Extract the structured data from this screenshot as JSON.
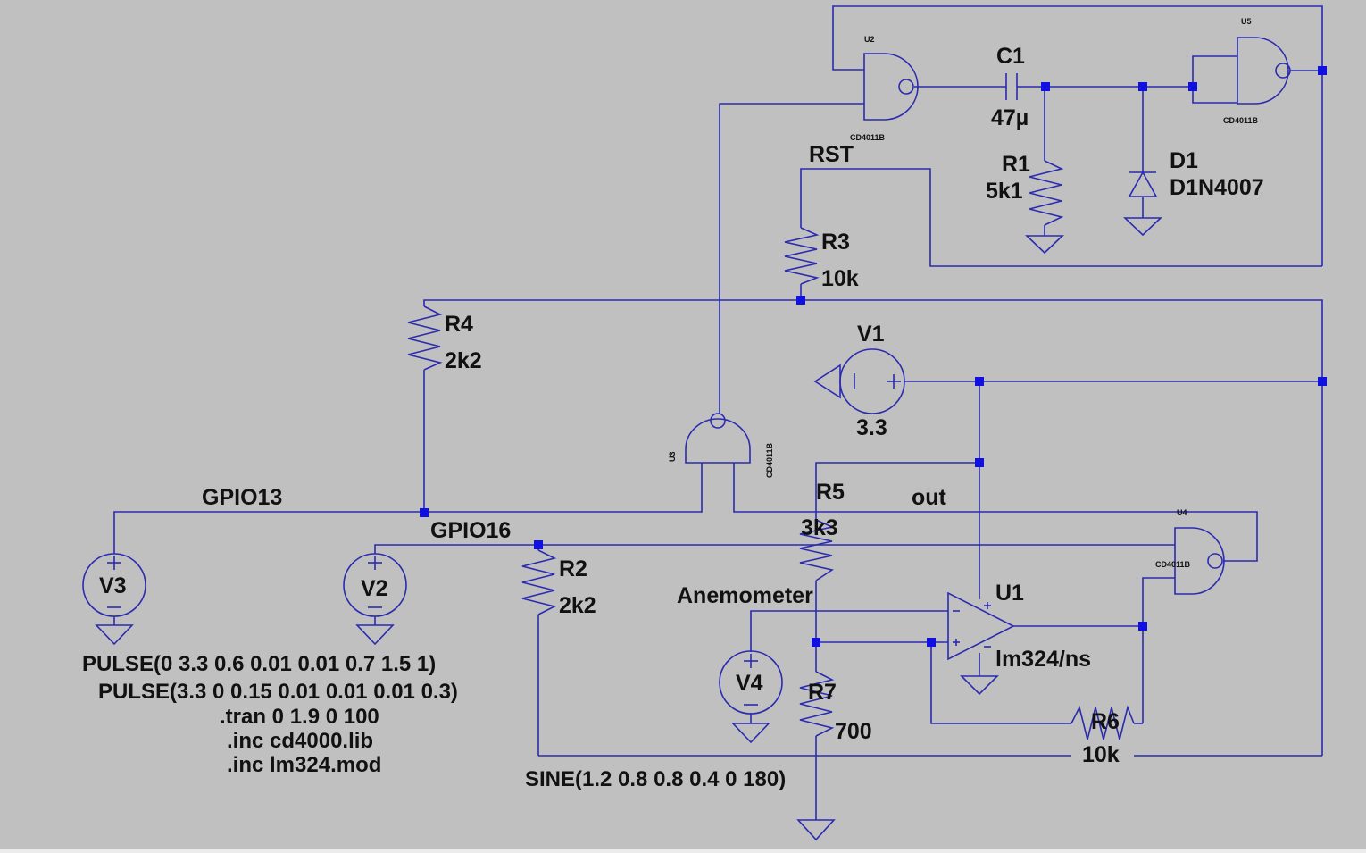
{
  "components": {
    "u2": {
      "ref": "U2",
      "model": "CD4011B"
    },
    "u5": {
      "ref": "U5",
      "model": "CD4011B"
    },
    "u3": {
      "ref": "U3",
      "model": "CD4011B"
    },
    "u4": {
      "ref": "U4",
      "model": "CD4011B"
    },
    "c1": {
      "ref": "C1",
      "value": "47µ"
    },
    "r1": {
      "ref": "R1",
      "value": "5k1"
    },
    "d1": {
      "ref": "D1",
      "value": "D1N4007"
    },
    "r3": {
      "ref": "R3",
      "value": "10k"
    },
    "r4": {
      "ref": "R4",
      "value": "2k2"
    },
    "v1": {
      "ref": "V1",
      "value": "3.3"
    },
    "r5": {
      "ref": "R5",
      "value": "3k3"
    },
    "r2": {
      "ref": "R2",
      "value": "2k2"
    },
    "v3": {
      "ref": "V3",
      "value": "PULSE(0 3.3 0.6 0.01 0.01 0.7 1.5 1)"
    },
    "v2": {
      "ref": "V2",
      "value": "PULSE(3.3 0 0.15 0.01 0.01 0.01 0.3)"
    },
    "u1": {
      "ref": "U1",
      "value": "lm324/ns"
    },
    "v4": {
      "ref": "V4",
      "value": "SINE(1.2 0.8 0.8 0.4 0 180)"
    },
    "r7": {
      "ref": "R7",
      "value": "700"
    },
    "r6": {
      "ref": "R6",
      "value": "10k"
    }
  },
  "nets": {
    "rst": "RST",
    "gpio13": "GPIO13",
    "gpio16": "GPIO16",
    "out": "out",
    "anemometer": "Anemometer"
  },
  "directives": [
    ".tran 0 1.9 0 100",
    ".inc cd4000.lib",
    ".inc lm324.mod"
  ],
  "colors": {
    "background": "#c0c0c0",
    "wire": "#2b2bb0",
    "junction": "#1010e0",
    "text": "#111111"
  }
}
